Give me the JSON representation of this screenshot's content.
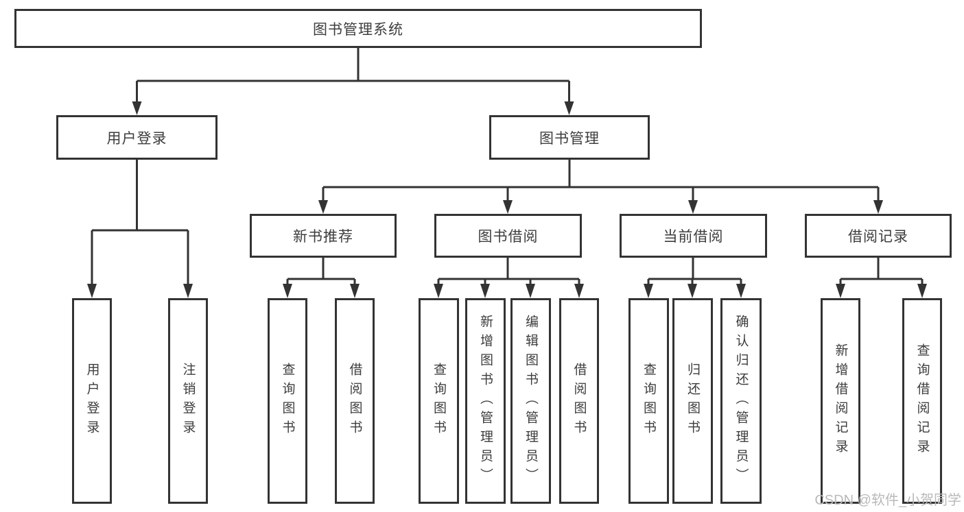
{
  "colors": {
    "line": "#333333",
    "box_border": "#333333",
    "text": "#3d3d3d",
    "background": "#ffffff",
    "watermark": "#b9b9b9"
  },
  "watermark": {
    "text": "CSDN @软件_小贺同学"
  },
  "tree": {
    "root": {
      "label": "图书管理系统"
    },
    "branches": [
      {
        "label": "用户登录",
        "children": [
          {
            "label": "用户登录"
          },
          {
            "label": "注销登录"
          }
        ]
      },
      {
        "label": "图书管理",
        "groups": [
          {
            "label": "新书推荐",
            "children": [
              {
                "label": "查询图书"
              },
              {
                "label": "借阅图书"
              }
            ]
          },
          {
            "label": "图书借阅",
            "children": [
              {
                "label": "查询图书"
              },
              {
                "label": "新增图书（管理员）"
              },
              {
                "label": "编辑图书（管理员）"
              },
              {
                "label": "借阅图书"
              }
            ]
          },
          {
            "label": "当前借阅",
            "children": [
              {
                "label": "查询图书"
              },
              {
                "label": "归还图书"
              },
              {
                "label": "确认归还（管理员）"
              }
            ]
          },
          {
            "label": "借阅记录",
            "children": [
              {
                "label": "新增借阅记录"
              },
              {
                "label": "查询借阅记录"
              }
            ]
          }
        ]
      }
    ]
  }
}
